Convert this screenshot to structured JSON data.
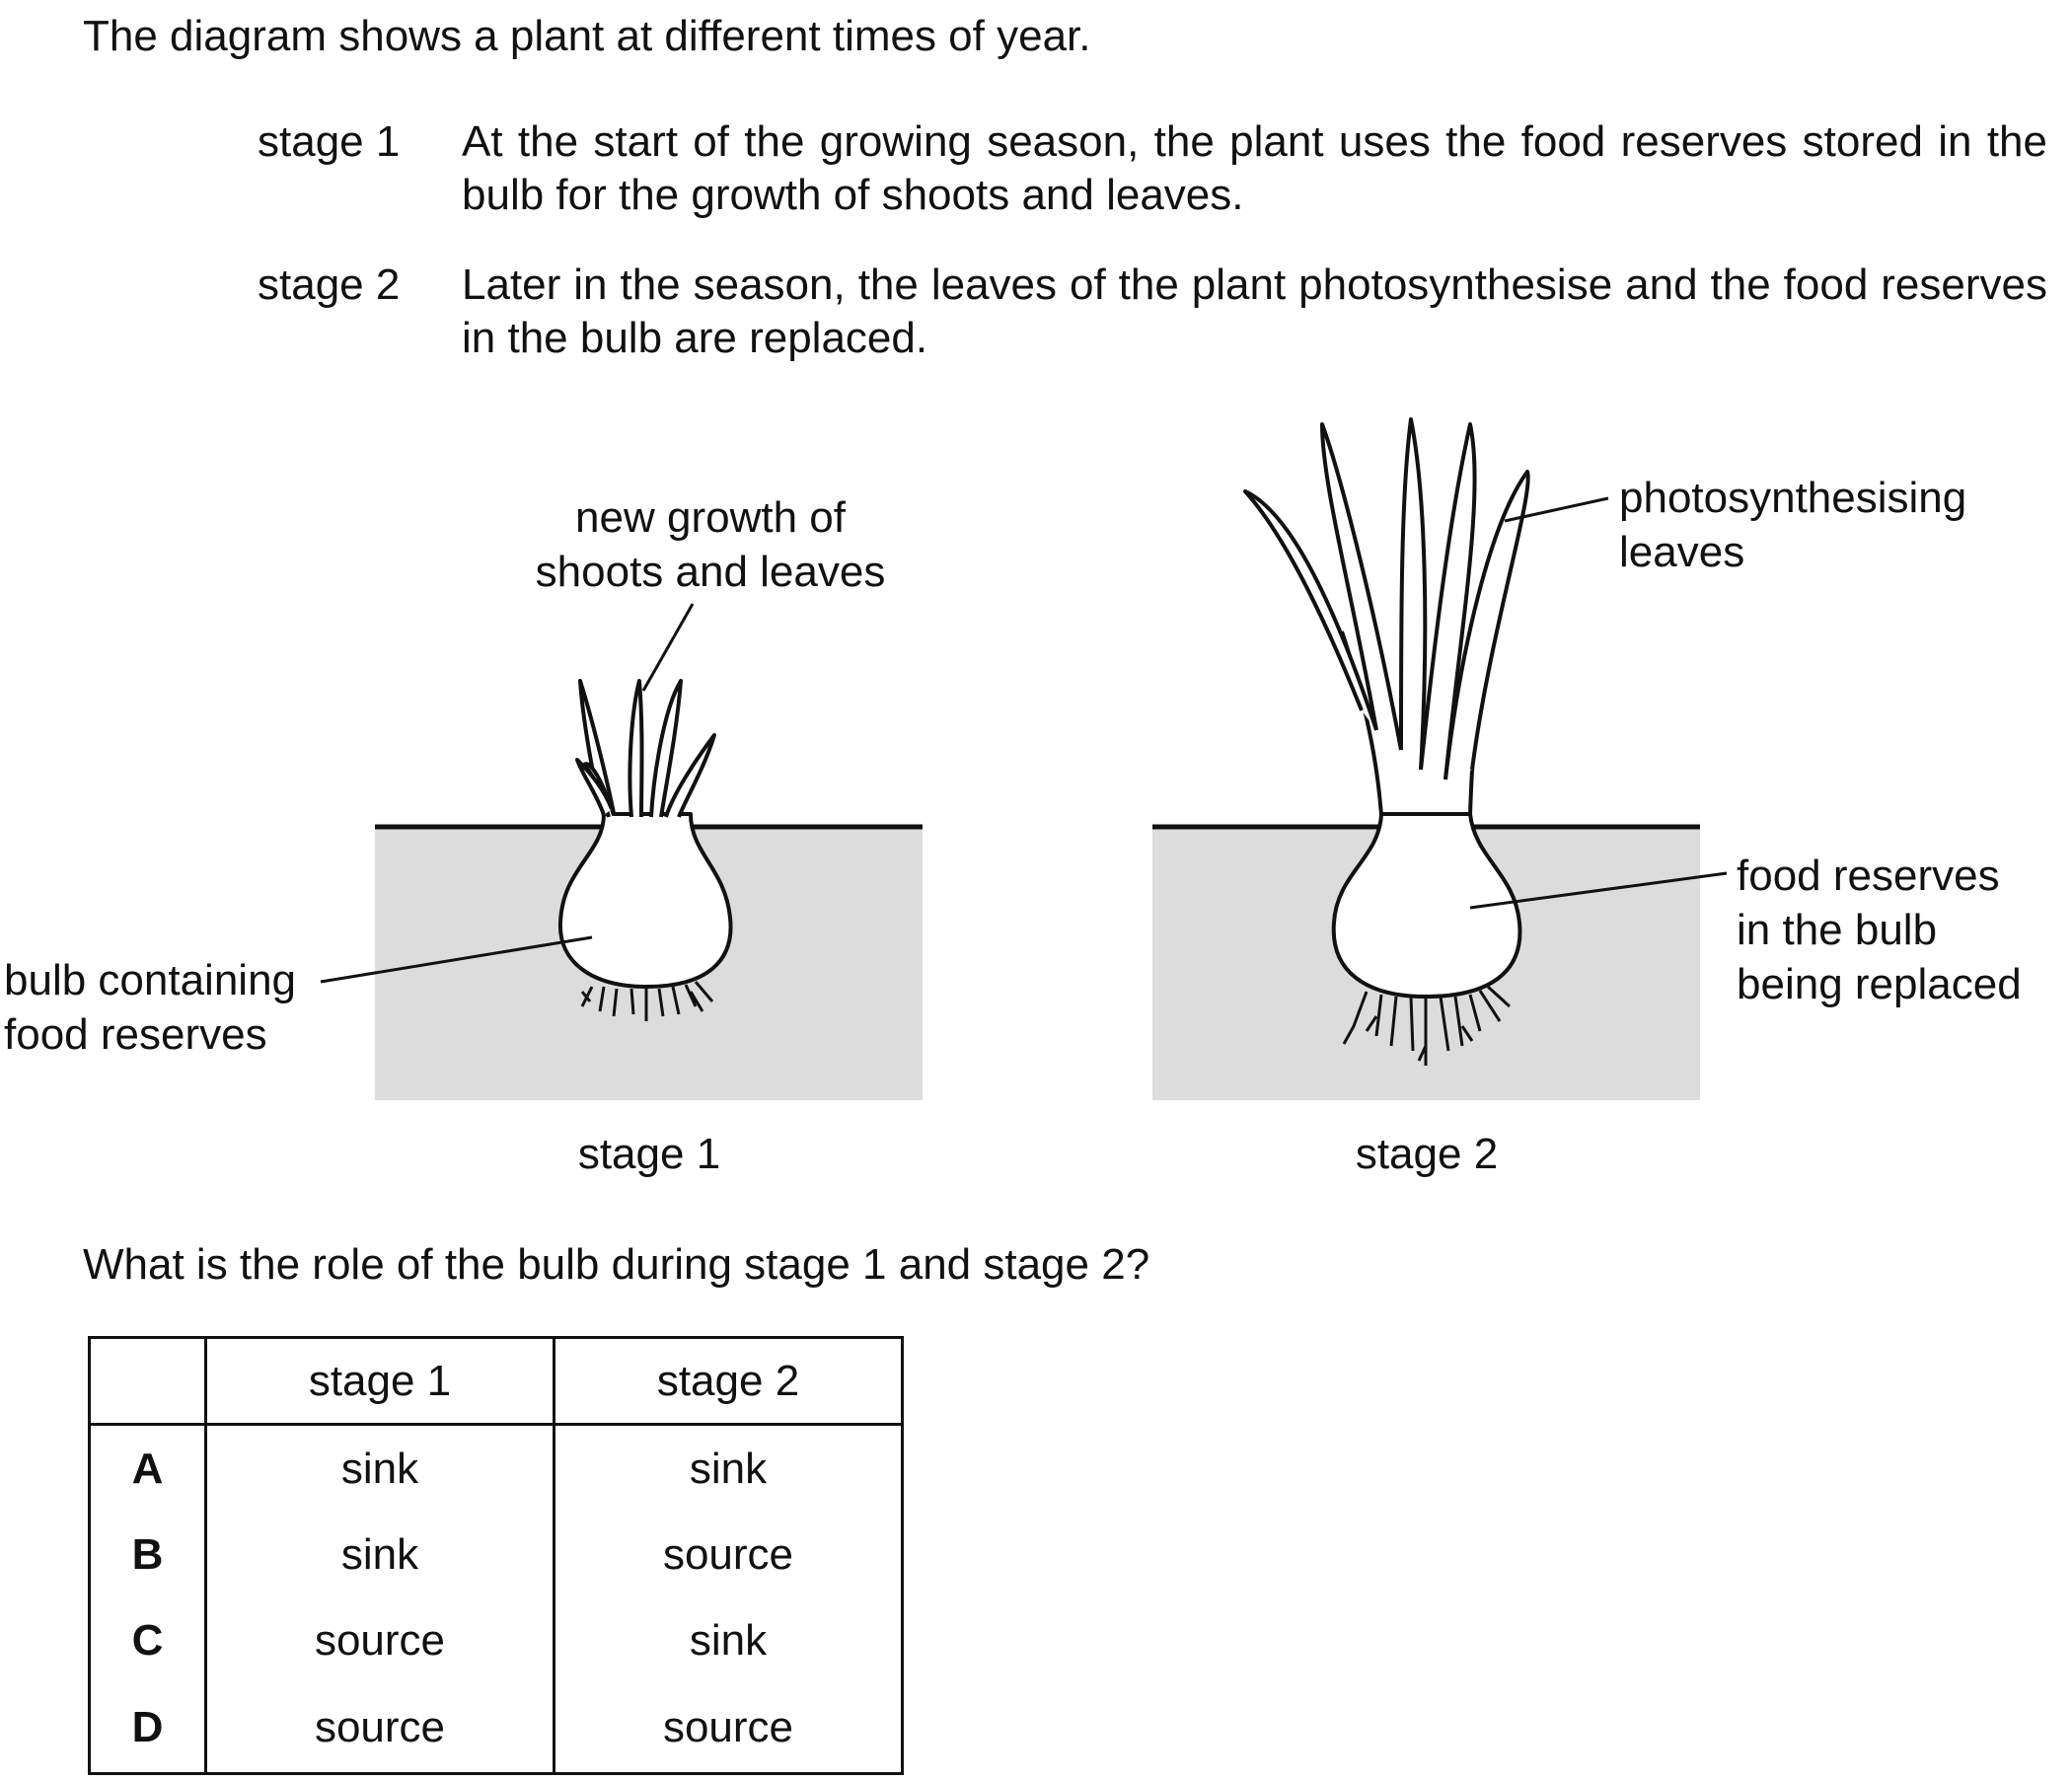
{
  "intro": "The diagram shows a plant at different times of year.",
  "stages": [
    {
      "label": "stage 1",
      "text": "At the start of the growing season, the plant uses the food reserves stored in the bulb for the growth of shoots and leaves."
    },
    {
      "label": "stage 2",
      "text": "Later in the season, the leaves of the plant photosynthesise and the food reserves in the bulb are replaced."
    }
  ],
  "diagram": {
    "labels": {
      "new_growth": [
        "new growth of",
        "shoots and leaves"
      ],
      "bulb_containing": [
        "bulb containing",
        "food reserves"
      ],
      "photosynthesising": [
        "photosynthesising",
        "leaves"
      ],
      "food_replaced": [
        "food reserves",
        "in the bulb",
        "being replaced"
      ]
    },
    "captions": [
      "stage 1",
      "stage 2"
    ],
    "soil_color": "#dcdcdc"
  },
  "question": "What is the role of the bulb during stage 1 and stage 2?",
  "table": {
    "headers": [
      "",
      "stage 1",
      "stage 2"
    ],
    "rows": [
      {
        "key": "A",
        "stage1": "sink",
        "stage2": "sink"
      },
      {
        "key": "B",
        "stage1": "sink",
        "stage2": "source"
      },
      {
        "key": "C",
        "stage1": "source",
        "stage2": "sink"
      },
      {
        "key": "D",
        "stage1": "source",
        "stage2": "source"
      }
    ]
  }
}
